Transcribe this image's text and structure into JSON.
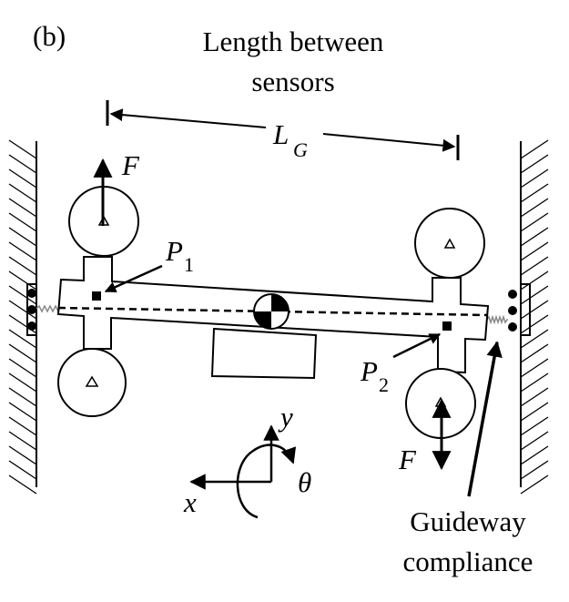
{
  "panel_label": "(b)",
  "title_line1": "Length between",
  "title_line2": "sensors",
  "length_symbol": "L",
  "length_subscript": "G",
  "force_top_label": "F",
  "force_bottom_label": "F",
  "p1_label": "P",
  "p1_subscript": "1",
  "p2_label": "P",
  "p2_subscript": "2",
  "axis_y": "y",
  "axis_x": "x",
  "axis_theta": "θ",
  "compliance_line1": "Guideway",
  "compliance_line2": "compliance"
}
